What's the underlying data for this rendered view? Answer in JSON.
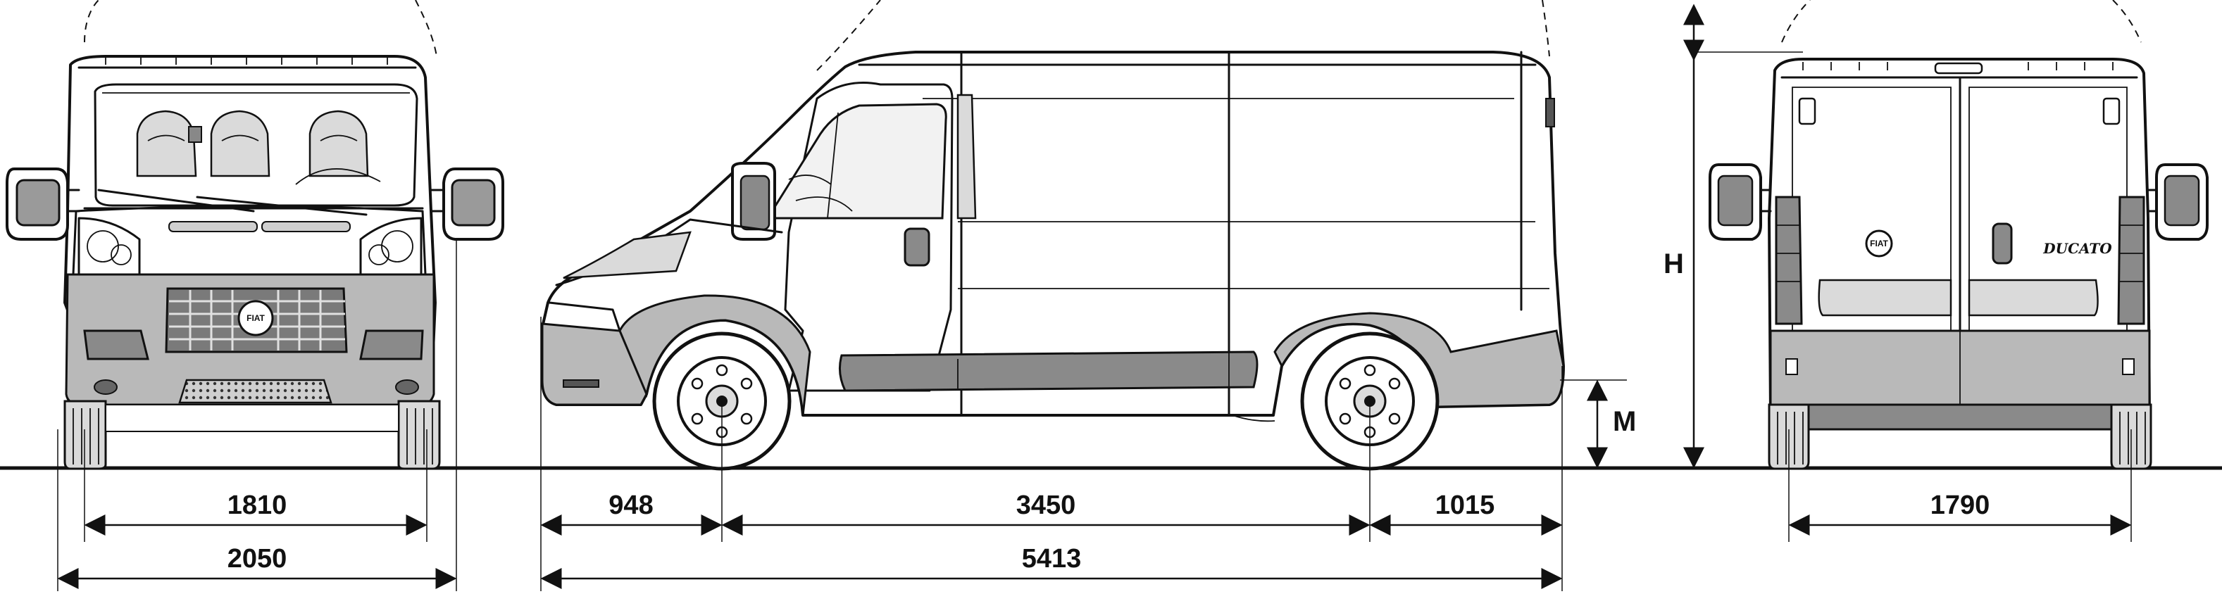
{
  "brand": {
    "front_badge": "FIAT",
    "rear_badge": "FIAT",
    "rear_model_script": "DUCATO"
  },
  "dimensions": {
    "front_track": "1810",
    "front_overall_width": "2050",
    "front_overhang": "948",
    "wheelbase": "3450",
    "rear_overhang": "1015",
    "overall_length": "5413",
    "rear_track": "1790",
    "height_label": "H",
    "ground_clearance_label": "M"
  },
  "colors": {
    "line": "#111111",
    "panel_grey": "#b9b9b9",
    "dark_grey": "#8a8a8a",
    "background": "#ffffff"
  }
}
